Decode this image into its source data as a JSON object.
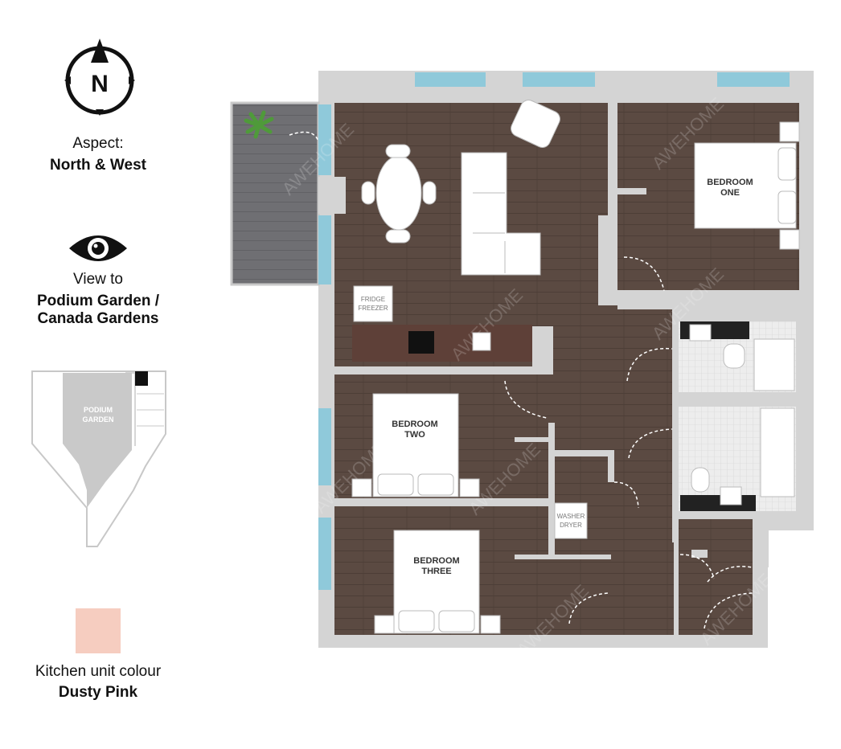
{
  "legend": {
    "compass_letter": "N",
    "aspect_label": "Aspect:",
    "aspect_value": "North & West",
    "view_label": "View to",
    "view_value_line1": "Podium Garden /",
    "view_value_line2": "Canada Gardens",
    "keyplan_label_line1": "PODIUM",
    "keyplan_label_line2": "GARDEN",
    "kitchen_label": "Kitchen unit colour",
    "kitchen_value": "Dusty Pink",
    "swatch_color": "#f6cdc0"
  },
  "plan": {
    "rooms": {
      "bedroom_one_line1": "BEDROOM",
      "bedroom_one_line2": "ONE",
      "bedroom_two_line1": "BEDROOM",
      "bedroom_two_line2": "TWO",
      "bedroom_three_line1": "BEDROOM",
      "bedroom_three_line2": "THREE"
    },
    "appliances": {
      "fridge_line1": "FRIDGE",
      "fridge_line2": "FREEZER",
      "washer_line1": "WASHER",
      "washer_line2": "DRYER"
    },
    "watermark": "AWEHOME",
    "colors": {
      "floor": "#5b4a42",
      "wall": "#d4d4d4",
      "balcony": "#6f6f73",
      "window": "#8fc9da",
      "furniture": "#ffffff",
      "bath_tile": "#e8e8e8"
    }
  }
}
